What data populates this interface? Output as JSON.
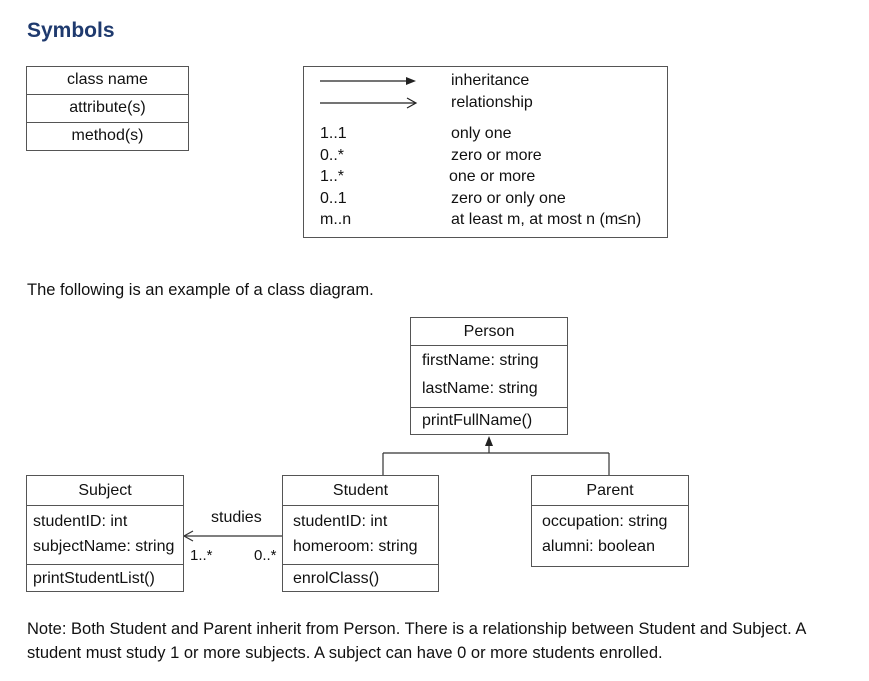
{
  "heading": "Symbols",
  "symbol_class": {
    "rows": [
      "class name",
      "attribute(s)",
      "method(s)"
    ]
  },
  "legend": {
    "arrows": [
      {
        "label": "inheritance",
        "style": "filled-arrow"
      },
      {
        "label": "relationship",
        "style": "open-arrow"
      }
    ],
    "multiplicities": [
      {
        "symbol": "1..1",
        "meaning": "only one"
      },
      {
        "symbol": "0..*",
        "meaning": "zero or more"
      },
      {
        "symbol": "1..*",
        "meaning": "one or more"
      },
      {
        "symbol": "0..1",
        "meaning": "zero or only one"
      },
      {
        "symbol": "m..n",
        "meaning": "at least m, at most n (m≤n)"
      }
    ]
  },
  "intro_text": "The following is an example of a class diagram.",
  "diagram": {
    "person": {
      "name": "Person",
      "attributes": [
        "firstName: string",
        "lastName: string"
      ],
      "methods": [
        "printFullName()"
      ]
    },
    "subject": {
      "name": "Subject",
      "attributes": [
        "studentID: int",
        "subjectName: string"
      ],
      "methods": [
        "printStudentList()"
      ]
    },
    "student": {
      "name": "Student",
      "attributes": [
        "studentID: int",
        "homeroom: string"
      ],
      "methods": [
        "enrolClass()"
      ]
    },
    "parent": {
      "name": "Parent",
      "attributes": [
        "occupation: string",
        "alumni: boolean"
      ],
      "methods": []
    },
    "relationship": {
      "label": "studies",
      "subject_multiplicity": "1..*",
      "student_multiplicity": "0..*"
    }
  },
  "note": "Note: Both Student and Parent inherit from Person. There is a relationship between Student and Subject. A student must study 1 or more subjects. A subject can have 0 or more students enrolled.",
  "colors": {
    "heading": "#1f3a6e",
    "border": "#555555"
  }
}
